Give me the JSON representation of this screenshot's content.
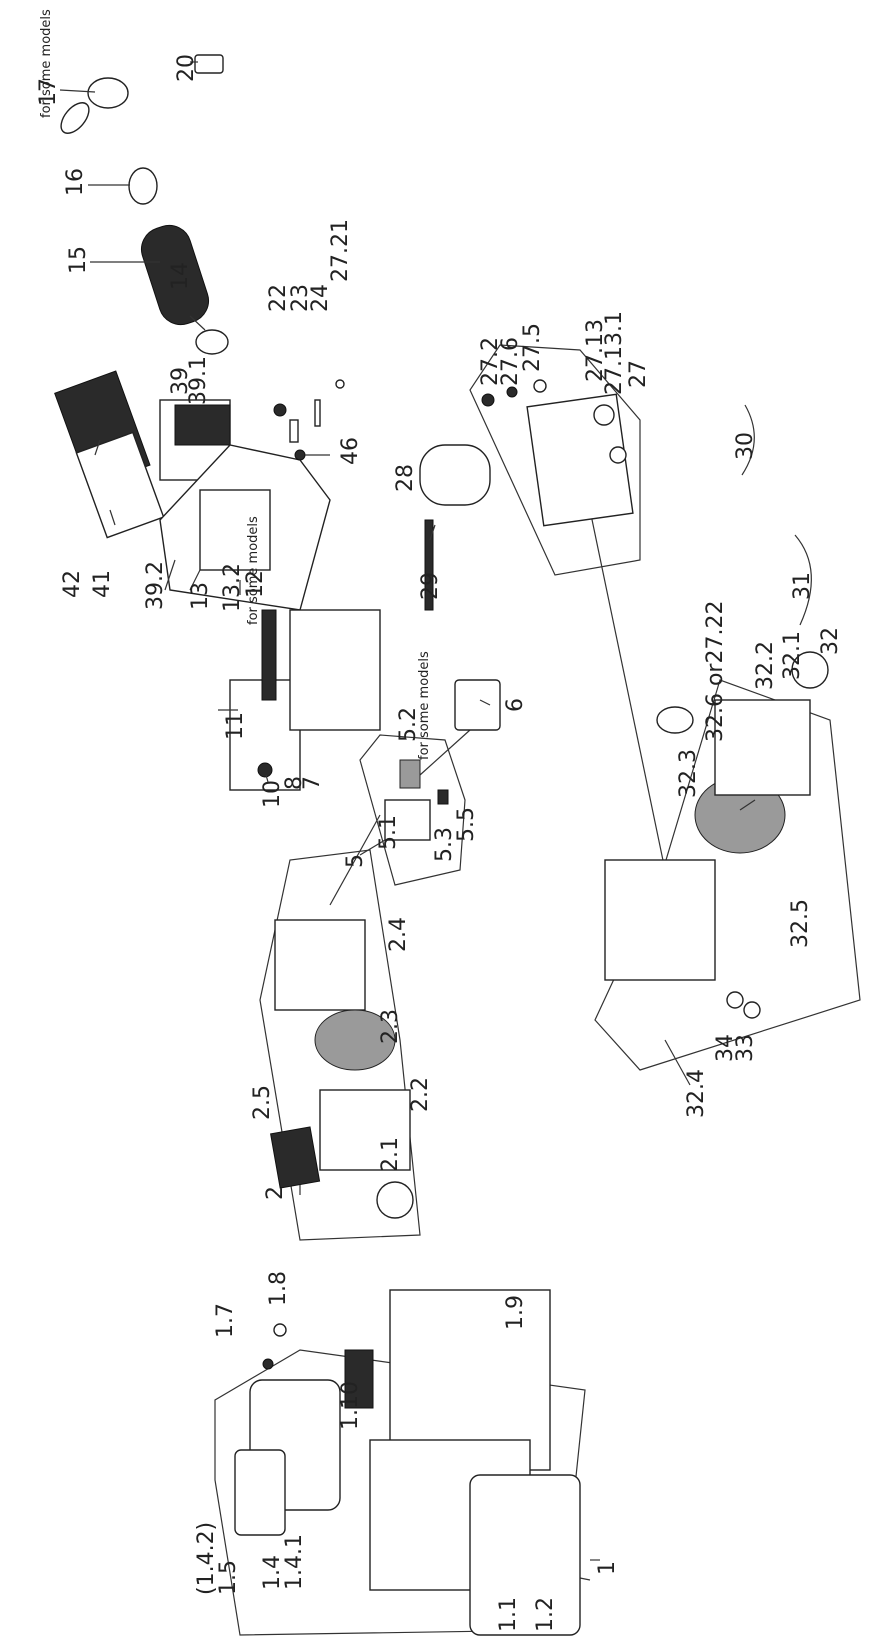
{
  "labels": {
    "p17": "17",
    "p17_note": "for some models",
    "p20": "20",
    "p16": "16",
    "p15": "15",
    "p14": "14",
    "p39": "39",
    "p39_1": "39.1",
    "p22": "22",
    "p23": "23",
    "p24": "24",
    "p27_21": "27.21",
    "p42": "42",
    "p41": "41",
    "p39_2": "39.2",
    "p13": "13",
    "p13_2": "13.2",
    "p13_2_note": "for some models",
    "p46": "46",
    "p28": "28",
    "p29": "29",
    "p27_2": "27.2",
    "p27_6": "27.6",
    "p27_5": "27.5",
    "p27_13": "27.13",
    "p27_13_1": "27.13.1",
    "p27": "27",
    "p11": "11",
    "p12": "12",
    "p10": "10",
    "p8": "8",
    "p7": "7",
    "p5_2": "5.2",
    "p5_2_note": "for some models",
    "p5": "5",
    "p5_1": "5.1",
    "p5_3": "5.3",
    "p5_5": "5.5",
    "p6": "6",
    "p30": "30",
    "p31": "31",
    "p32_3": "32.3",
    "p32_6": "32.6 or27.22",
    "p32_2": "32.2",
    "p32_1": "32.1",
    "p32": "32",
    "p2": "2",
    "p2_1": "2.1",
    "p2_2": "2.2",
    "p2_3": "2.3",
    "p2_4": "2.4",
    "p2_5": "2.5",
    "p32_4": "32.4",
    "p34": "34",
    "p33": "33",
    "p32_5": "32.5",
    "p1_4_2": "(1.4.2)",
    "p1_5": "1.5",
    "p1_4": "1.4",
    "p1_4_1": "1.4.1",
    "p1_2": "1.2",
    "p1_1": "1.1",
    "p1_7": "1.7",
    "p1_8": "1.8",
    "p1_10": "1.10",
    "p1_9": "1.9",
    "p1": "1"
  }
}
